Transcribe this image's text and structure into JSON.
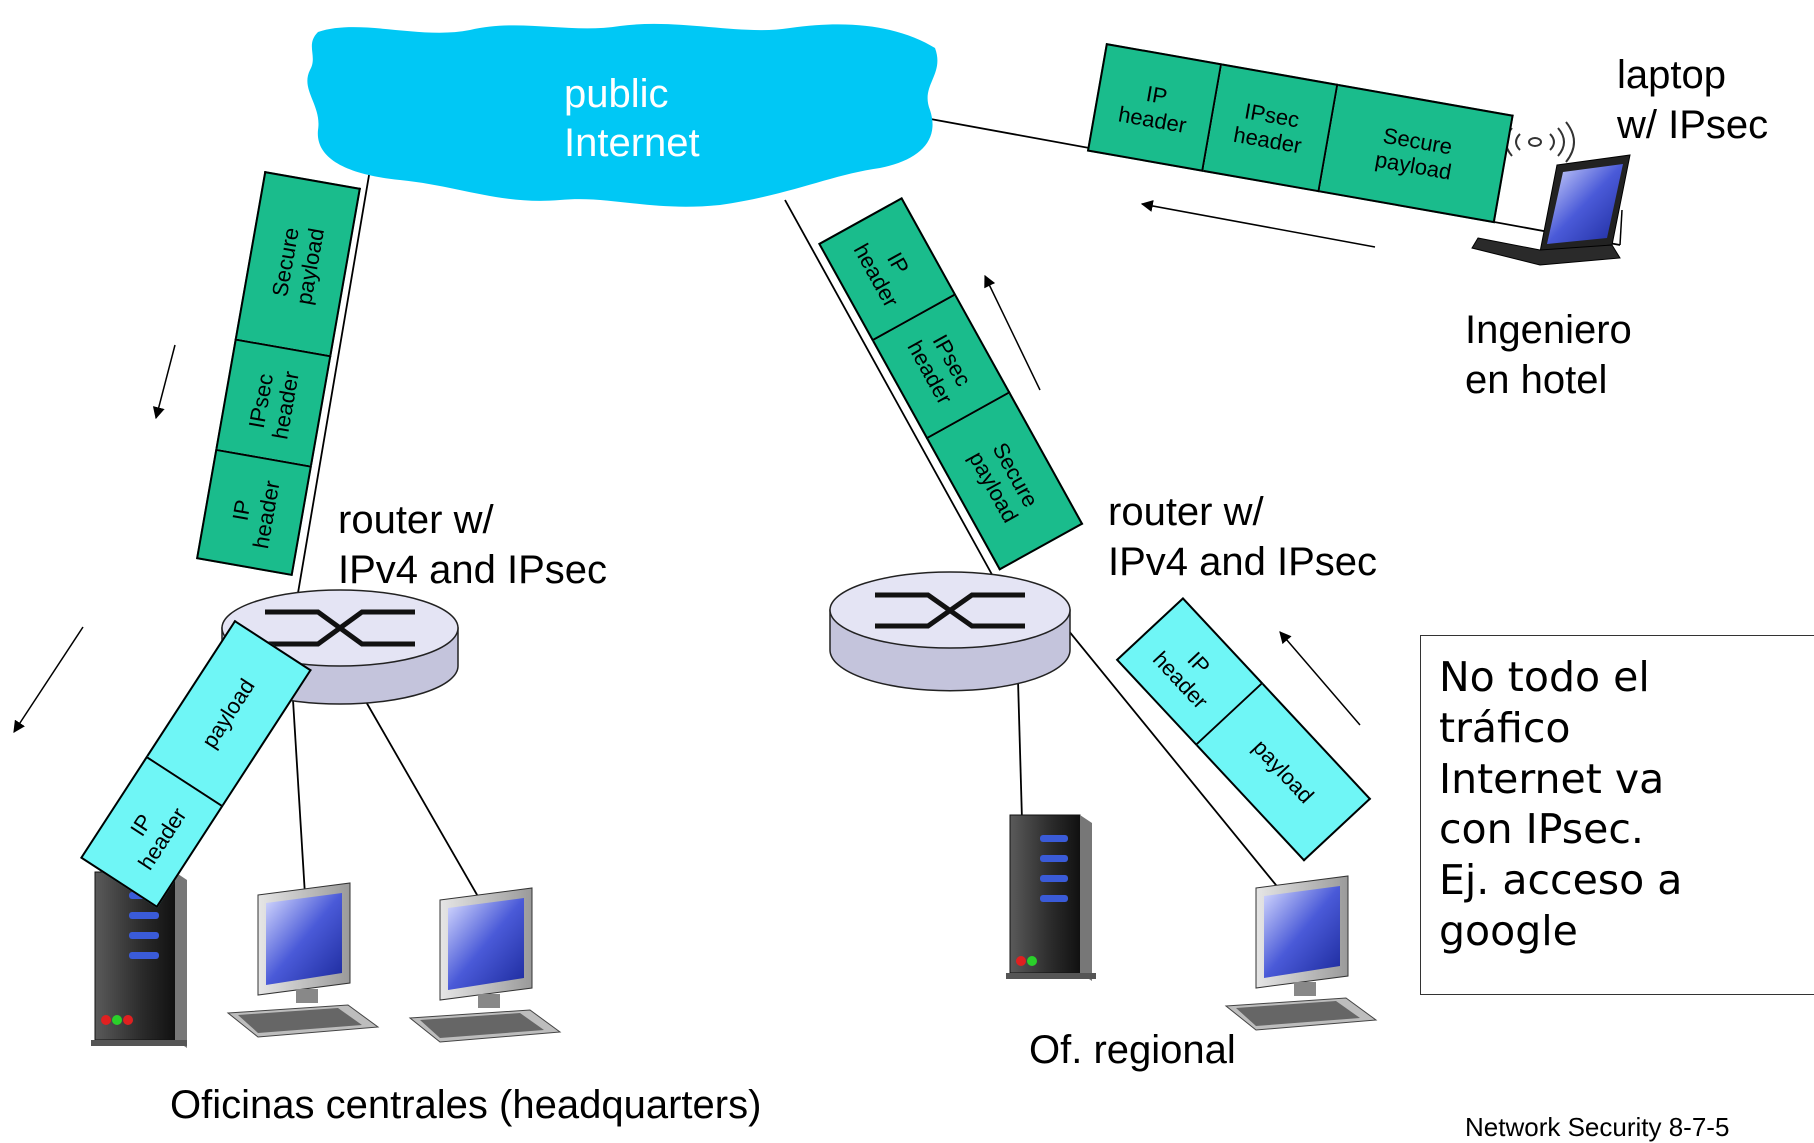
{
  "cloud": {
    "line1": "public",
    "line2": "Internet"
  },
  "laptop_label": {
    "line1": "laptop",
    "line2": "w/ IPsec"
  },
  "hotel_label": {
    "line1": "Ingeniero",
    "line2": "en hotel"
  },
  "router_left_label": {
    "line1": "router w/",
    "line2": "IPv4 and IPsec"
  },
  "router_right_label": {
    "line1": "router w/",
    "line2": "IPv4 and IPsec"
  },
  "headquarters_label": "Oficinas centrales (headquarters)",
  "regional_label": "Of. regional",
  "note": "No todo el\ntráfico\nInternet va\ncon IPsec.\n Ej. acceso a\ngoogle",
  "footer": "Network Security  8-7-5",
  "packets": {
    "laptop_ipsec": [
      "IP\nheader",
      "IPsec\nheader",
      "Secure\npayload"
    ],
    "left_ipsec": [
      "IP\nheader",
      "IPsec\nheader",
      "Secure\npayload"
    ],
    "left_plain": [
      "IP\nheader",
      "payload"
    ],
    "right_ipsec": [
      "IP\nheader",
      "IPsec\nheader",
      "Secure\npayload"
    ],
    "right_plain": [
      "IP\nheader",
      "payload"
    ]
  },
  "colors": {
    "cloud": "#00c8f5",
    "ipsec_packet": "#1abc8c",
    "plain_packet": "#6ff6f6",
    "router_top": "#e4e4f4"
  }
}
